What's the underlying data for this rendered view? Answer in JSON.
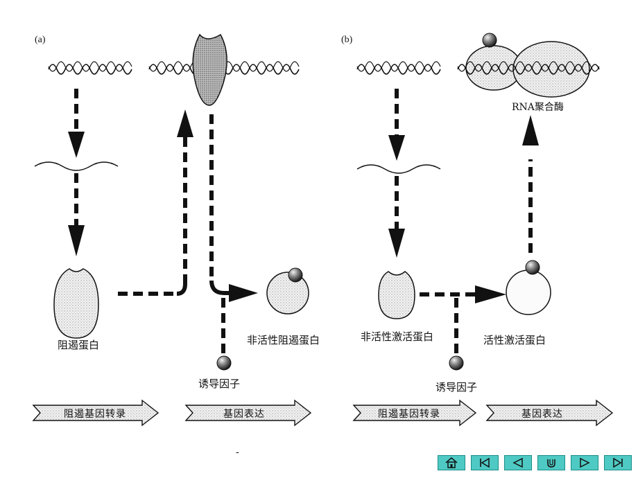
{
  "panels": {
    "a": "(a)",
    "b": "(b)"
  },
  "labels": {
    "repressor": "阻遏蛋白",
    "inactive_repressor": "非活性阻遏蛋白",
    "inducer_a": "诱导因子",
    "inactive_activator": "非活性激活蛋白",
    "active_activator": "活性激活蛋白",
    "inducer_b": "诱导因子",
    "rna_polymerase": "RNA聚合酶"
  },
  "bars": {
    "a1": "阻遏基因转录",
    "a2": "基因表达",
    "b1": "阻遏基因转录",
    "b2": "基因表达"
  },
  "page_mark": "-",
  "nav": [
    "home-icon",
    "first-page-icon",
    "previous-icon",
    "return-icon",
    "next-icon",
    "last-page-icon"
  ],
  "colors": {
    "nav_fill": "#4fc9c3",
    "nav_border": "#1a8d88",
    "ink": "#111111"
  }
}
